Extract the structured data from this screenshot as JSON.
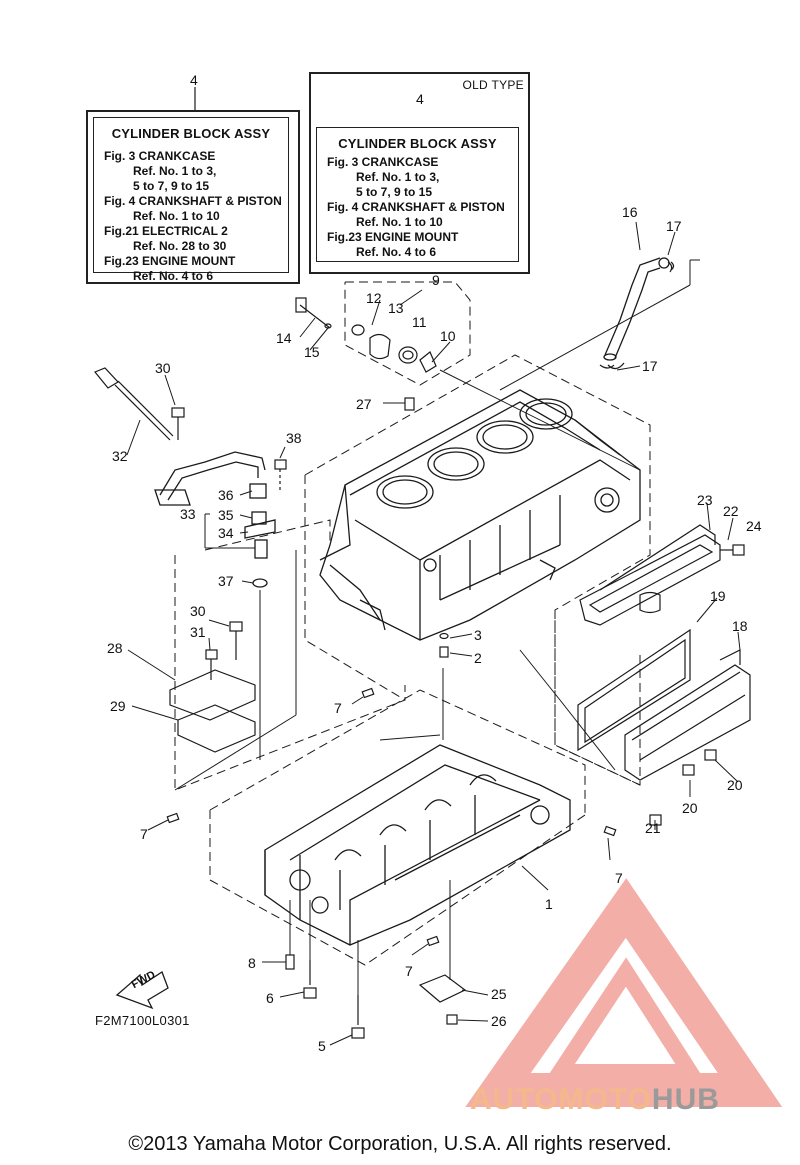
{
  "note_new": {
    "ref": "4",
    "title": "CYLINDER BLOCK ASSY",
    "lines": [
      "Fig.  3 CRANKCASE",
      "Ref. No. 1 to 3,",
      "5 to 7, 9 to 15",
      "Fig.  4 CRANKSHAFT & PISTON",
      "Ref. No. 1 to 10",
      "Fig.21 ELECTRICAL 2",
      "Ref. No. 28 to 30",
      "Fig.23 ENGINE MOUNT",
      "Ref. No. 4 to 6"
    ]
  },
  "note_old": {
    "label": "OLD TYPE",
    "ref": "4",
    "title": "CYLINDER BLOCK ASSY",
    "lines": [
      "Fig.  3 CRANKCASE",
      "Ref. No. 1 to 3,",
      "5 to 7, 9 to 15",
      "Fig.  4 CRANKSHAFT & PISTON",
      "Ref. No. 1 to 10",
      "Fig.23 ENGINE MOUNT",
      "Ref. No. 4 to 6"
    ]
  },
  "callouts": [
    "1",
    "2",
    "3",
    "5",
    "6",
    "7",
    "7",
    "7",
    "7",
    "7",
    "8",
    "9",
    "10",
    "11",
    "12",
    "13",
    "14",
    "15",
    "16",
    "17",
    "17",
    "18",
    "19",
    "20",
    "20",
    "21",
    "22",
    "23",
    "24",
    "25",
    "26",
    "27",
    "28",
    "29",
    "30",
    "30",
    "31",
    "32",
    "33",
    "34",
    "35",
    "36",
    "37",
    "38"
  ],
  "fwd_label": "FWD",
  "part_code": "F2M7100L0301",
  "copyright": "©2013 Yamaha Motor Corporation, U.S.A. All rights reserved.",
  "watermark": {
    "part1": "AUTOMOTO",
    "part2": "HUB",
    "color_a": "#f5b88c",
    "color_b": "#9a9a9a",
    "logo_color": "#f0a098"
  }
}
